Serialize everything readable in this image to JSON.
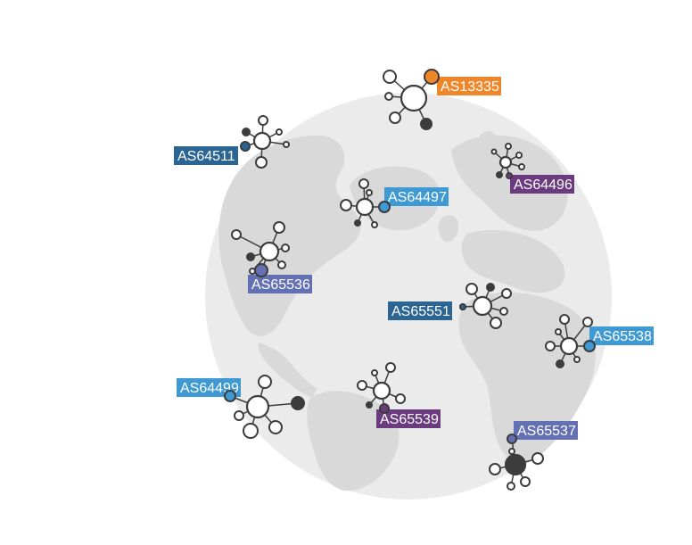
{
  "colors": {
    "globe": "#ebebeb",
    "land": "#d9d9d9",
    "node_stroke": "#3c3c3c",
    "node_dark": "#3c3c3c",
    "orange": "#f0862a",
    "blue_dark": "#2a6593",
    "blue_light": "#3f9ad3",
    "slate": "#6470b4",
    "purple": "#6b3b80"
  },
  "clusters": [
    {
      "name": "AS13335",
      "color": "#f0862a"
    },
    {
      "name": "AS64511",
      "color": "#2a6593"
    },
    {
      "name": "AS64496",
      "color": "#6b3b80"
    },
    {
      "name": "AS64497",
      "color": "#3f9ad3"
    },
    {
      "name": "AS65536",
      "color": "#6470b4"
    },
    {
      "name": "AS65551",
      "color": "#2a6593"
    },
    {
      "name": "AS65538",
      "color": "#3f9ad3"
    },
    {
      "name": "AS64499",
      "color": "#3f9ad3"
    },
    {
      "name": "AS65539",
      "color": "#6b3b80"
    },
    {
      "name": "AS65537",
      "color": "#6470b4"
    }
  ]
}
